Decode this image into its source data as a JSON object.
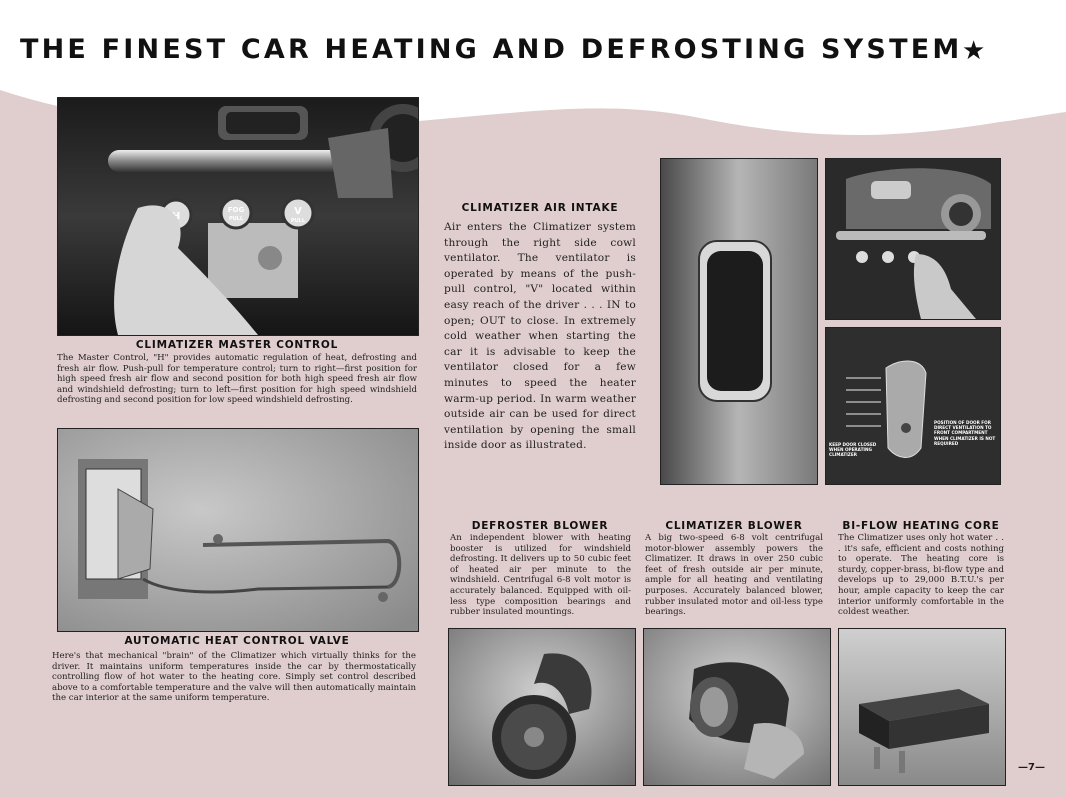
{
  "page": {
    "title": "THE FINEST CAR HEATING AND DEFROSTING SYSTEM",
    "star": "★",
    "page_number": "—7—"
  },
  "master_control": {
    "heading": "CLIMATIZER MASTER CONTROL",
    "text": "The Master Control, \"H\" provides automatic regulation of heat, defrosting and fresh air flow. Push-pull for temperature control; turn to right—first position for high speed fresh air flow and second position for both high speed fresh air flow and windshield defrosting; turn to left—first position for high speed windshield defrosting and second position for low speed windshield defrosting.",
    "knob_labels": [
      "H",
      "FOG",
      "V"
    ],
    "knob_sublabels": [
      "",
      "PULL",
      "PULL"
    ]
  },
  "air_intake": {
    "heading": "CLIMATIZER AIR INTAKE",
    "text": "Air enters the Climatizer system through the right side cowl ventilator. The ventilator is operated by means of the push-pull control, \"V\" located within easy reach of the driver . . . IN to open; OUT to close. In extremely cold weather when starting the car it is advisable to keep the ventilator closed for a few minutes to speed the heater warm-up period. In warm weather outside air can be used for direct ventilation by opening the small inside door as illustrated."
  },
  "vent_photo": {
    "left_note": "KEEP DOOR CLOSED WHEN OPERATING CLIMATIZER",
    "right_note": "POSITION OF DOOR FOR DIRECT VENTILATION TO FRONT COMPARTMENT WHEN CLIMATIZER IS NOT REQUIRED"
  },
  "heat_valve": {
    "heading": "AUTOMATIC HEAT CONTROL VALVE",
    "text": "Here's that mechanical \"brain\" of the Climatizer which virtually thinks for the driver. It maintains uniform temperatures inside the car by thermostatically controlling flow of hot water to the heating core. Simply set control described above to a comfortable temperature and the valve will then automatically maintain the car interior at the same uniform temperature."
  },
  "defroster_blower": {
    "heading": "DEFROSTER BLOWER",
    "text": "An independent blower with heating booster is utilized for windshield defrosting. It delivers up to 50 cubic feet of heated air per minute to the windshield. Centrifugal 6-8 volt motor is accurately balanced. Equipped with oil-less type composition bearings and rubber insulated mountings."
  },
  "climatizer_blower": {
    "heading": "CLIMATIZER BLOWER",
    "text": "A big two-speed 6-8 volt centrifugal motor-blower assembly powers the Climatizer. It draws in over 250 cubic feet of fresh outside air per minute, ample for all heating and ventilating purposes. Accurately balanced blower, rubber insulated motor and oil-less type bearings."
  },
  "heating_core": {
    "heading": "BI-FLOW HEATING CORE",
    "text": "The Climatizer uses only hot water . . . it's safe, efficient and costs nothing to operate. The heating core is sturdy, copper-brass, bi-flow type and develops up to 29,000 B.T.U.'s per hour, ample capacity to keep the car interior uniformly comfortable in the coldest weather."
  },
  "colors": {
    "pink_panel": "#e0cdcd",
    "ink": "#1e1a1a"
  }
}
